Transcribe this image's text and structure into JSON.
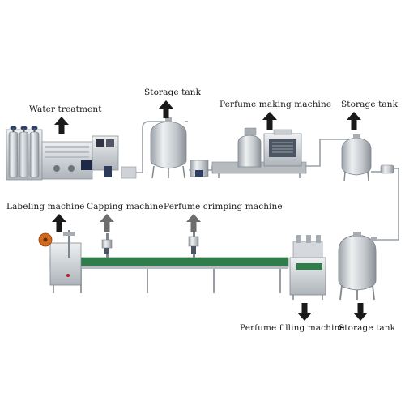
{
  "labels": {
    "water_treatment": "Water treatment",
    "storage_tank_1": "Storage tank",
    "perfume_making_machine": "Perfume making machine",
    "storage_tank_2": "Storage tank",
    "labeling_machine": "Labeling machine",
    "capping_machine": "Capping machine",
    "perfume_crimping_machine": "Perfume crimping machine",
    "perfume_filling_machine": "Perfume filling machine",
    "storage_tank_3": "Storage tank"
  },
  "colors": {
    "arrow": "#1a1a1a",
    "arrow_grey": "#6e6e6e",
    "steel": "#c9ced3",
    "steel_dark": "#8d949b",
    "conveyor": "#2f7d4a",
    "pipe": "#9aa0a6"
  }
}
